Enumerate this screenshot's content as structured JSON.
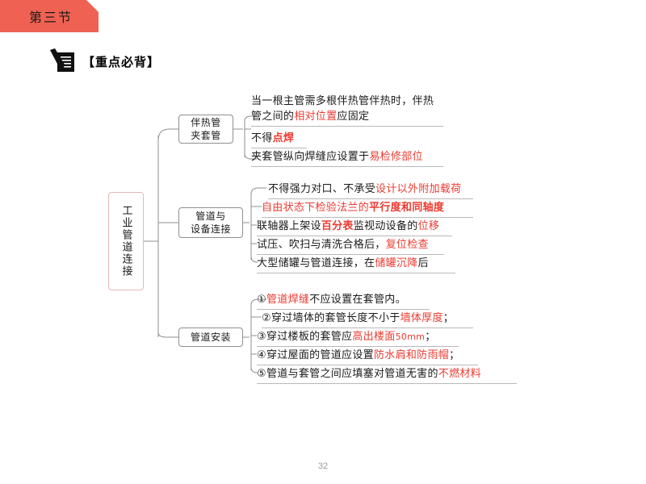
{
  "header": {
    "section_label": "第三节",
    "banner_color": "#ef6152"
  },
  "keypoint": {
    "icon": "note-pen-icon",
    "label": "【重点必背】"
  },
  "mindmap": {
    "root": {
      "label": "工业管道连接",
      "border_color": "#e8b8b8"
    },
    "branches": [
      {
        "node_label": "伴热管\n夹套管",
        "items": [
          {
            "id": "leaf-0-0",
            "multiline": true,
            "segments": [
              {
                "text": "当一根主管需多根伴热管伴热时，伴",
                "style": "normal"
              },
              {
                "text": "热管之间的",
                "style": "normal"
              },
              {
                "text": "相对位置",
                "style": "red"
              },
              {
                "text": "应固定",
                "style": "normal"
              }
            ],
            "plain": "当一根主管需多根伴热管伴热时，伴热管之间的相对位置应固定"
          },
          {
            "id": "leaf-0-1",
            "segments": [
              {
                "text": "不得",
                "style": "normal"
              },
              {
                "text": "点焊",
                "style": "red-bold"
              }
            ],
            "plain": "不得点焊"
          },
          {
            "id": "leaf-0-2",
            "segments": [
              {
                "text": "夹套管纵向焊缝应设置于",
                "style": "normal"
              },
              {
                "text": "易检修部位",
                "style": "red"
              }
            ],
            "plain": "夹套管纵向焊缝应设置于易检修部位"
          }
        ]
      },
      {
        "node_label": "管道与\n设备连接",
        "items": [
          {
            "id": "leaf-1-0",
            "segments": [
              {
                "text": "不得强力对口、不承受",
                "style": "normal"
              },
              {
                "text": "设计以外附加载荷",
                "style": "red"
              }
            ],
            "plain": "不得强力对口、不承受设计以外附加载荷"
          },
          {
            "id": "leaf-1-1",
            "all_red": true,
            "segments": [
              {
                "text": "自由状态下检验法兰的",
                "style": "red"
              },
              {
                "text": "平行度和同轴度",
                "style": "red-bold"
              }
            ],
            "plain": "自由状态下检验法兰的平行度和同轴度"
          },
          {
            "id": "leaf-1-2",
            "segments": [
              {
                "text": "联轴器上架设",
                "style": "normal"
              },
              {
                "text": "百分表",
                "style": "red-bold"
              },
              {
                "text": "监视动设备的",
                "style": "normal"
              },
              {
                "text": "位移",
                "style": "red"
              }
            ],
            "plain": "联轴器上架设百分表监视动设备的位移"
          },
          {
            "id": "leaf-1-3",
            "segments": [
              {
                "text": "试压、吹扫与清洗合格后，",
                "style": "normal"
              },
              {
                "text": "复位检查",
                "style": "red"
              }
            ],
            "plain": "试压、吹扫与清洗合格后，复位检查"
          },
          {
            "id": "leaf-1-4",
            "segments": [
              {
                "text": "大型储罐与管道连接，在",
                "style": "normal"
              },
              {
                "text": "储罐沉降",
                "style": "red"
              },
              {
                "text": "后",
                "style": "normal"
              }
            ],
            "plain": "大型储罐与管道连接，在储罐沉降后"
          }
        ]
      },
      {
        "node_label": "管道安装",
        "items": [
          {
            "id": "leaf-2-0",
            "segments": [
              {
                "text": "①",
                "style": "normal"
              },
              {
                "text": "管道焊缝",
                "style": "red"
              },
              {
                "text": "不应设置在套管内。",
                "style": "normal"
              }
            ],
            "plain": "①管道焊缝不应设置在套管内。"
          },
          {
            "id": "leaf-2-1",
            "segments": [
              {
                "text": "②穿过墙体的套管长度不小于",
                "style": "normal"
              },
              {
                "text": "墙体厚度",
                "style": "red"
              },
              {
                "text": "；",
                "style": "normal"
              }
            ],
            "plain": "②穿过墙体的套管长度不小于墙体厚度；"
          },
          {
            "id": "leaf-2-2",
            "segments": [
              {
                "text": "③穿过楼板的套管应",
                "style": "normal"
              },
              {
                "text": "高出楼面",
                "style": "red"
              },
              {
                "text": "50mm",
                "style": "red-small"
              },
              {
                "text": "；",
                "style": "normal"
              }
            ],
            "plain": "③穿过楼板的套管应高出楼面50mm；"
          },
          {
            "id": "leaf-2-3",
            "segments": [
              {
                "text": "④穿过屋面的管道应设置",
                "style": "normal"
              },
              {
                "text": "防水肩和防雨帽",
                "style": "red"
              },
              {
                "text": "；",
                "style": "normal"
              }
            ],
            "plain": "④穿过屋面的管道应设置防水肩和防雨帽；"
          },
          {
            "id": "leaf-2-4",
            "segments": [
              {
                "text": "⑤管道与套管之间应填塞对管道无害的",
                "style": "normal"
              },
              {
                "text": "不燃材料",
                "style": "red"
              }
            ],
            "plain": "⑤管道与套管之间应填塞对管道无害的不燃材料"
          }
        ]
      }
    ]
  },
  "footer": {
    "page_number": "32"
  },
  "colors": {
    "accent_red": "#ec3a30",
    "banner_red": "#ef6152",
    "line_gray": "#8f8f8f",
    "root_border": "#e8b8b8"
  }
}
